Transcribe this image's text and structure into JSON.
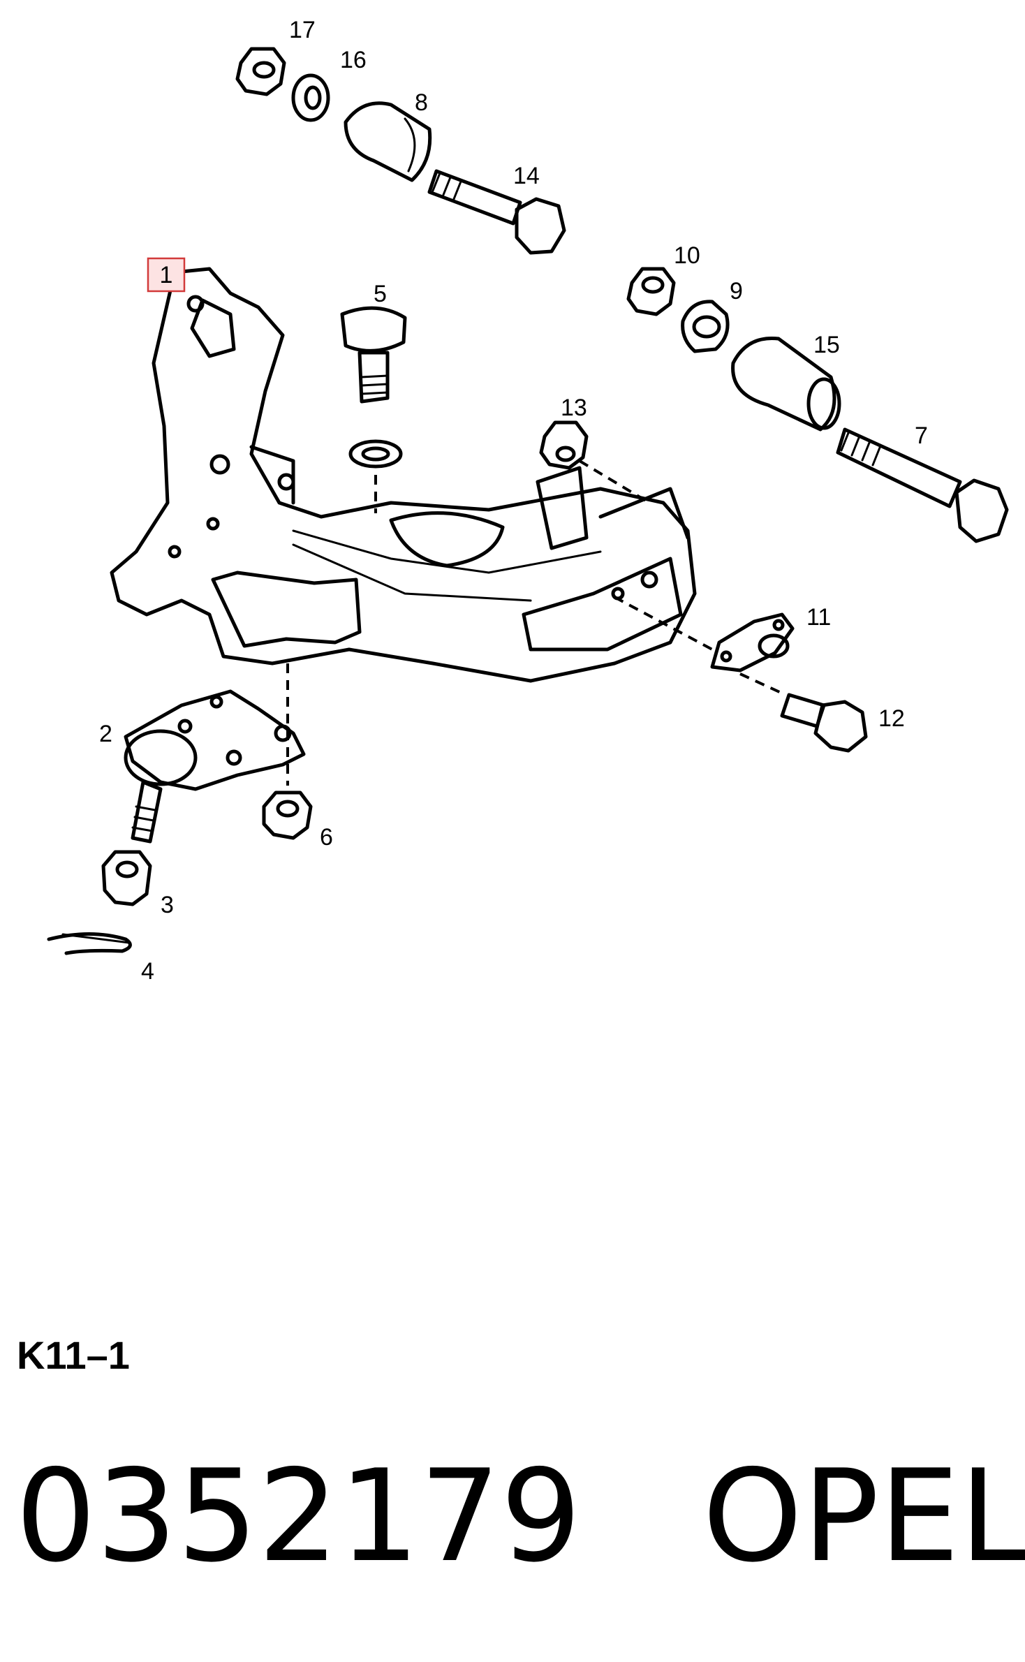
{
  "diagram": {
    "callouts": [
      {
        "id": "c1",
        "text": "1",
        "highlighted": true
      },
      {
        "id": "c2",
        "text": "2"
      },
      {
        "id": "c3",
        "text": "3"
      },
      {
        "id": "c4",
        "text": "4"
      },
      {
        "id": "c5",
        "text": "5"
      },
      {
        "id": "c6",
        "text": "6"
      },
      {
        "id": "c7",
        "text": "7"
      },
      {
        "id": "c8",
        "text": "8"
      },
      {
        "id": "c9",
        "text": "9"
      },
      {
        "id": "c10",
        "text": "10"
      },
      {
        "id": "c11",
        "text": "11"
      },
      {
        "id": "c12",
        "text": "12"
      },
      {
        "id": "c13",
        "text": "13"
      },
      {
        "id": "c14",
        "text": "14"
      },
      {
        "id": "c15",
        "text": "15"
      },
      {
        "id": "c16",
        "text": "16"
      },
      {
        "id": "c17",
        "text": "17"
      }
    ],
    "highlight_color": "#d23a3a"
  },
  "reference_code": "K11–1",
  "part_number": "0352179",
  "brand": "OPEL"
}
